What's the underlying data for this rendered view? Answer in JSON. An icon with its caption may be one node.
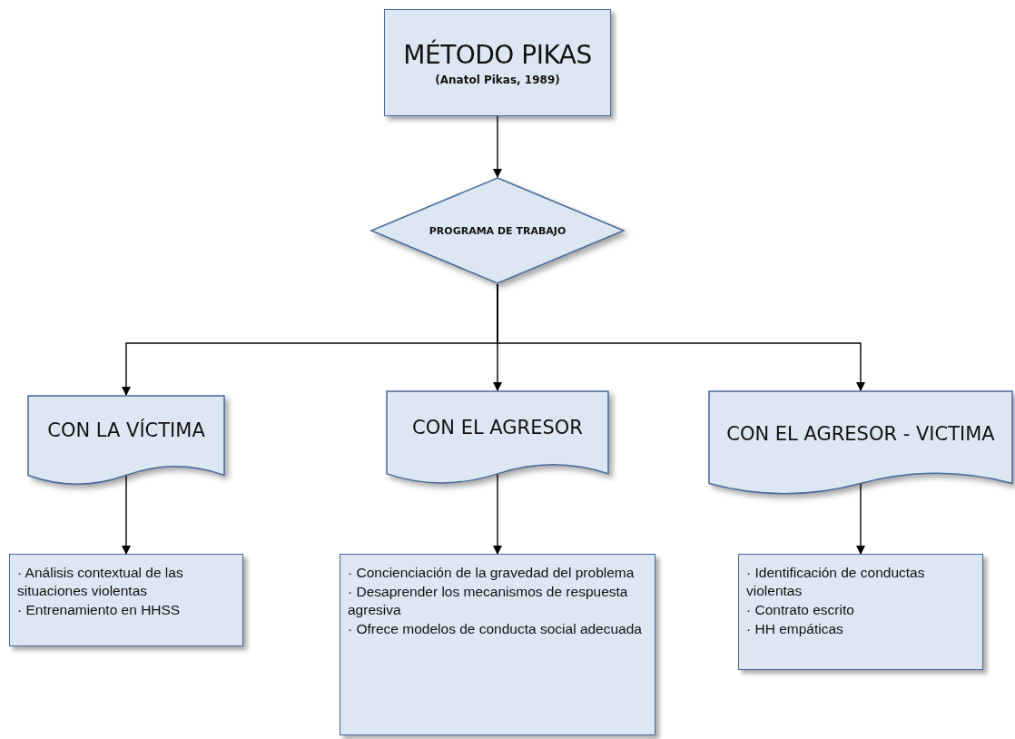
{
  "diagram": {
    "nodes": [
      {
        "text": [
          "MÉTODO PIKAS",
          "(Anatol Pikas, 1989)"
        ]
      },
      {
        "text": [
          "PROGRAMA DE TRABAJO"
        ]
      },
      {
        "text": [
          "CON LA VÍCTIMA"
        ]
      },
      {
        "text": [
          "CON EL AGRESOR"
        ]
      },
      {
        "text": [
          "CON EL AGRESOR - VICTIMA"
        ]
      },
      {
        "text": [
          "· Análisis contextual de las situaciones violentas",
          "· Entrenamiento en HHSS"
        ]
      },
      {
        "text": [
          "· Concienciación de la gravedad del problema",
          "· Desaprender los mecanismos de respuesta agresiva",
          "· Ofrece modelos de conducta social adecuada"
        ]
      },
      {
        "text": [
          "· Identificación de conductas violentas",
          "· Contrato escrito",
          "· HH empáticas"
        ]
      }
    ],
    "edges": [
      {
        "from": 0,
        "to": 1,
        "arrow": "to"
      },
      {
        "from": 1,
        "to": 2,
        "arrow": "to"
      },
      {
        "from": 1,
        "to": 3,
        "arrow": "to"
      },
      {
        "from": 1,
        "to": 4,
        "arrow": "to"
      },
      {
        "from": 2,
        "to": 5,
        "arrow": "to"
      },
      {
        "from": 3,
        "to": 6,
        "arrow": "to"
      },
      {
        "from": 4,
        "to": 7,
        "arrow": "to"
      }
    ]
  }
}
